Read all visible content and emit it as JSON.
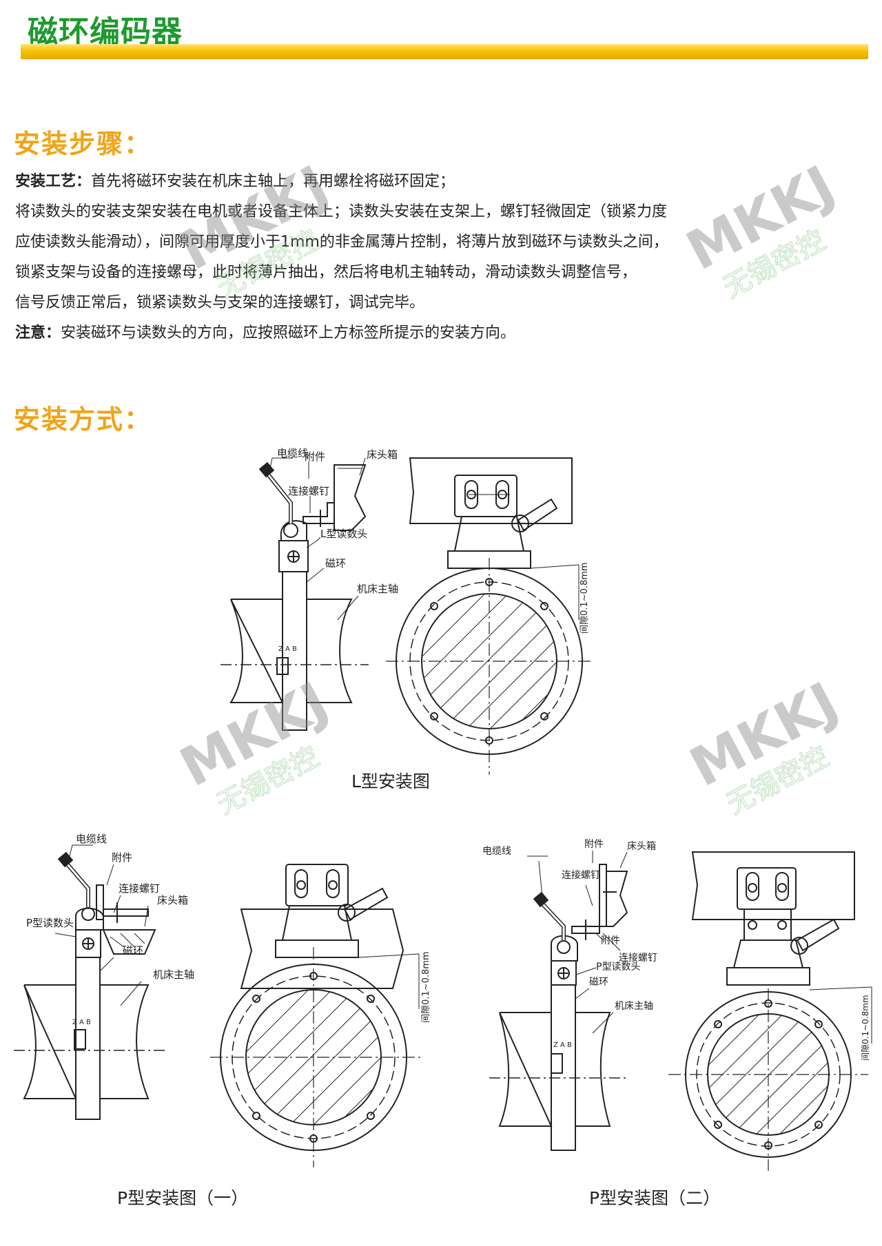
{
  "title": "磁环编码器",
  "steps": {
    "heading": "安装步骤：",
    "lines": [
      {
        "label": "安装工艺：",
        "text": "首先将磁环安装在机床主轴上，再用螺栓将磁环固定；"
      },
      {
        "label": "",
        "text": "将读数头的安装支架安装在电机或者设备主体上；读数头安装在支架上，螺钉轻微固定（锁紧力度"
      },
      {
        "label": "",
        "text": "应使读数头能滑动），间隙可用厚度小于1mm的非金属薄片控制，将薄片放到磁环与读数头之间，"
      },
      {
        "label": "",
        "text": "锁紧支架与设备的连接螺母，此时将薄片抽出，然后将电机主轴转动，滑动读数头调整信号，"
      },
      {
        "label": "",
        "text": "信号反馈正常后，锁紧读数头与支架的连接螺钉，调试完毕。"
      },
      {
        "label": "注意：",
        "text": "安装磁环与读数头的方向，应按照磁环上方标签所提示的安装方向。"
      }
    ]
  },
  "methods": {
    "heading": "安装方式：",
    "l_type": {
      "caption": "L型安装图",
      "labels": {
        "cable": "电缆线",
        "accessory": "附件",
        "headstock": "床头箱",
        "screw": "连接螺钉",
        "reader": "L型读数头",
        "ring": "磁环",
        "spindle": "机床主轴",
        "gap": "间隙0.1~0.8mm",
        "tag": "Z A B"
      }
    },
    "p_type_1": {
      "caption": "P型安装图（一）",
      "labels": {
        "cable": "电缆线",
        "accessory": "附件",
        "screw": "连接螺钉",
        "headstock": "床头箱",
        "reader": "P型读数头",
        "ring": "磁环",
        "spindle": "机床主轴",
        "gap": "间隙0.1~0.8mm",
        "tag": "Z A B"
      }
    },
    "p_type_2": {
      "caption": "P型安装图（二）",
      "labels": {
        "cable": "电缆线",
        "accessory": "附件",
        "headstock": "床头箱",
        "screw": "连接螺钉",
        "accessory2": "附件",
        "screw2": "连接螺钉",
        "reader": "P型读数头",
        "ring": "磁环",
        "spindle": "机床主轴",
        "gap": "间隙0.1~0.8mm",
        "tag": "Z A B"
      }
    }
  },
  "watermark": {
    "brand": "MKKJ",
    "company": "无锡密控"
  },
  "colors": {
    "title": "#1e9a2e",
    "heading": "#f0a418",
    "bar": "#f5c200",
    "watermark_gray": "#8c8c8c",
    "watermark_red": "#ef5b60",
    "watermark_green": "#8fca8f"
  }
}
